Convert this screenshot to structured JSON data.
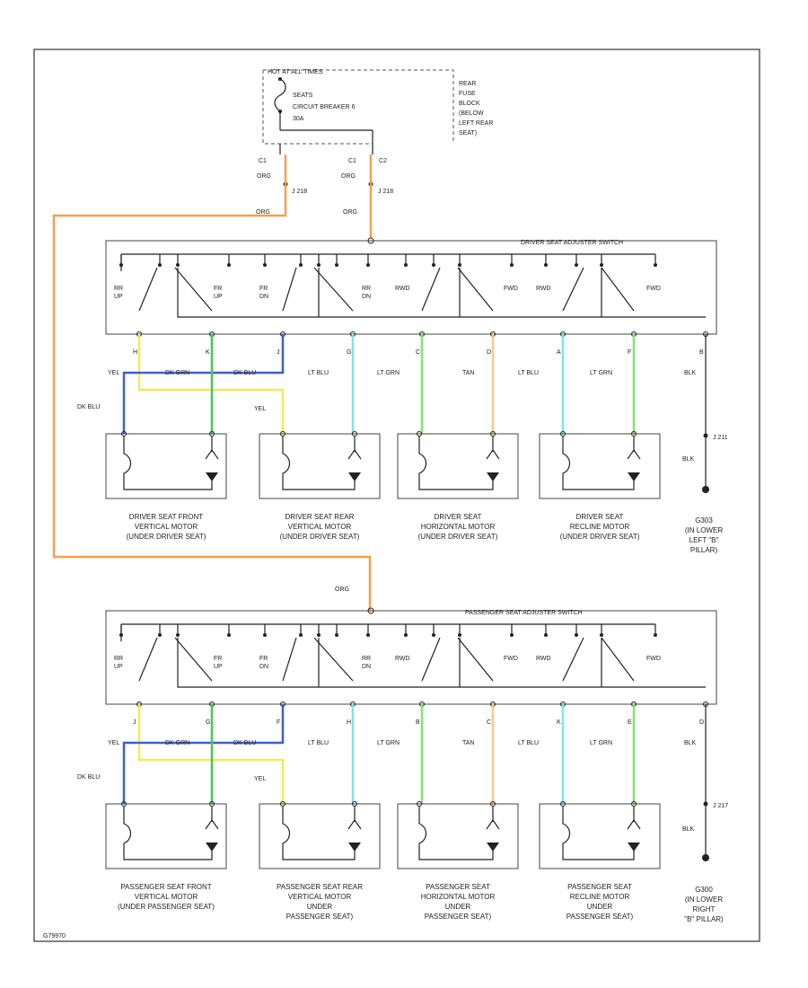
{
  "header": {
    "hot_at_all_times": "HOT AT ALL TIMES",
    "breaker_1": "SEATS",
    "breaker_2": "CIRCUIT BREAKER 6",
    "breaker_3": "30A",
    "fuse_block": [
      "REAR",
      "FUSE",
      "BLOCK",
      "(BELOW",
      "LEFT REAR",
      "SEAT)"
    ],
    "conn_c1_left": "C1",
    "conn_c1_mid": "C1",
    "conn_c2": "C2",
    "splice_left": "J 218",
    "splice_right": "J 218",
    "wire_org": "ORG"
  },
  "driver_switch": {
    "title": "DRIVER SEAT ADJUSTER SWITCH",
    "positions": [
      "RR UP",
      "FR UP",
      "FR DN",
      "RR DN",
      "RWD",
      "FWD",
      "RWD",
      "FWD"
    ],
    "pins": [
      "H",
      "K",
      "J",
      "G",
      "C",
      "D",
      "A",
      "F",
      "B"
    ],
    "wires": [
      "YEL",
      "DK GRN",
      "DK BLU",
      "LT BLU",
      "LT GRN",
      "TAN",
      "LT BLU",
      "LT GRN",
      "BLK"
    ],
    "wire_yel2": "YEL",
    "wire_dkblu2": "DK BLU",
    "splice": "J 211",
    "ground_wire": "BLK",
    "ground": [
      "G303",
      "(IN LOWER",
      "LEFT \"B\"",
      "PILLAR)"
    ]
  },
  "driver_motors": [
    [
      "DRIVER SEAT FRONT",
      "VERTICAL MOTOR",
      "(UNDER DRIVER SEAT)"
    ],
    [
      "DRIVER SEAT REAR",
      "VERTICAL MOTOR",
      "(UNDER DRIVER SEAT)"
    ],
    [
      "DRIVER SEAT",
      "HORIZONTAL MOTOR",
      "(UNDER DRIVER SEAT)"
    ],
    [
      "DRIVER SEAT",
      "RECLINE MOTOR",
      "(UNDER DRIVER SEAT)"
    ]
  ],
  "passenger_switch": {
    "wire_org": "ORG",
    "title": "PASSENGER SEAT ADJUSTER SWITCH",
    "positions": [
      "RR UP",
      "FR UP",
      "FR DN",
      "RR DN",
      "RWD",
      "FWD",
      "RWD",
      "FWD"
    ],
    "pins": [
      "J",
      "G",
      "F",
      "H",
      "B",
      "C",
      "K",
      "E",
      "D"
    ],
    "wires": [
      "YEL",
      "DK GRN",
      "DK BLU",
      "LT BLU",
      "LT GRN",
      "TAN",
      "LT BLU",
      "LT GRN",
      "BLK"
    ],
    "wire_yel2": "YEL",
    "wire_dkblu2": "DK BLU",
    "splice": "J 217",
    "ground_wire": "BLK",
    "ground": [
      "G300",
      "(IN LOWER",
      "RIGHT",
      "\"B\" PILLAR)"
    ]
  },
  "passenger_motors": [
    [
      "PASSENGER SEAT FRONT",
      "VERTICAL MOTOR",
      "(UNDER PASSENGER SEAT)"
    ],
    [
      "PASSENGER SEAT REAR",
      "VERTICAL MOTOR",
      "UNDER",
      "PASSENGER SEAT)"
    ],
    [
      "PASSENGER SEAT",
      "HORIZONTAL MOTOR",
      "UNDER",
      "PASSENGER SEAT)"
    ],
    [
      "PASSENGER SEAT",
      "RECLINE MOTOR",
      "UNDER",
      "PASSENGER SEAT)"
    ]
  ],
  "footer": {
    "code": "G79970"
  },
  "colors": {
    "orange": "#f6a04d",
    "yellow": "#f0ec5a",
    "dark_blue": "#3f5fc9",
    "dark_green": "#4fc457",
    "light_blue": "#7fe3ea",
    "light_green": "#86e46e",
    "tan": "#f3c98a",
    "black": "#222222"
  }
}
